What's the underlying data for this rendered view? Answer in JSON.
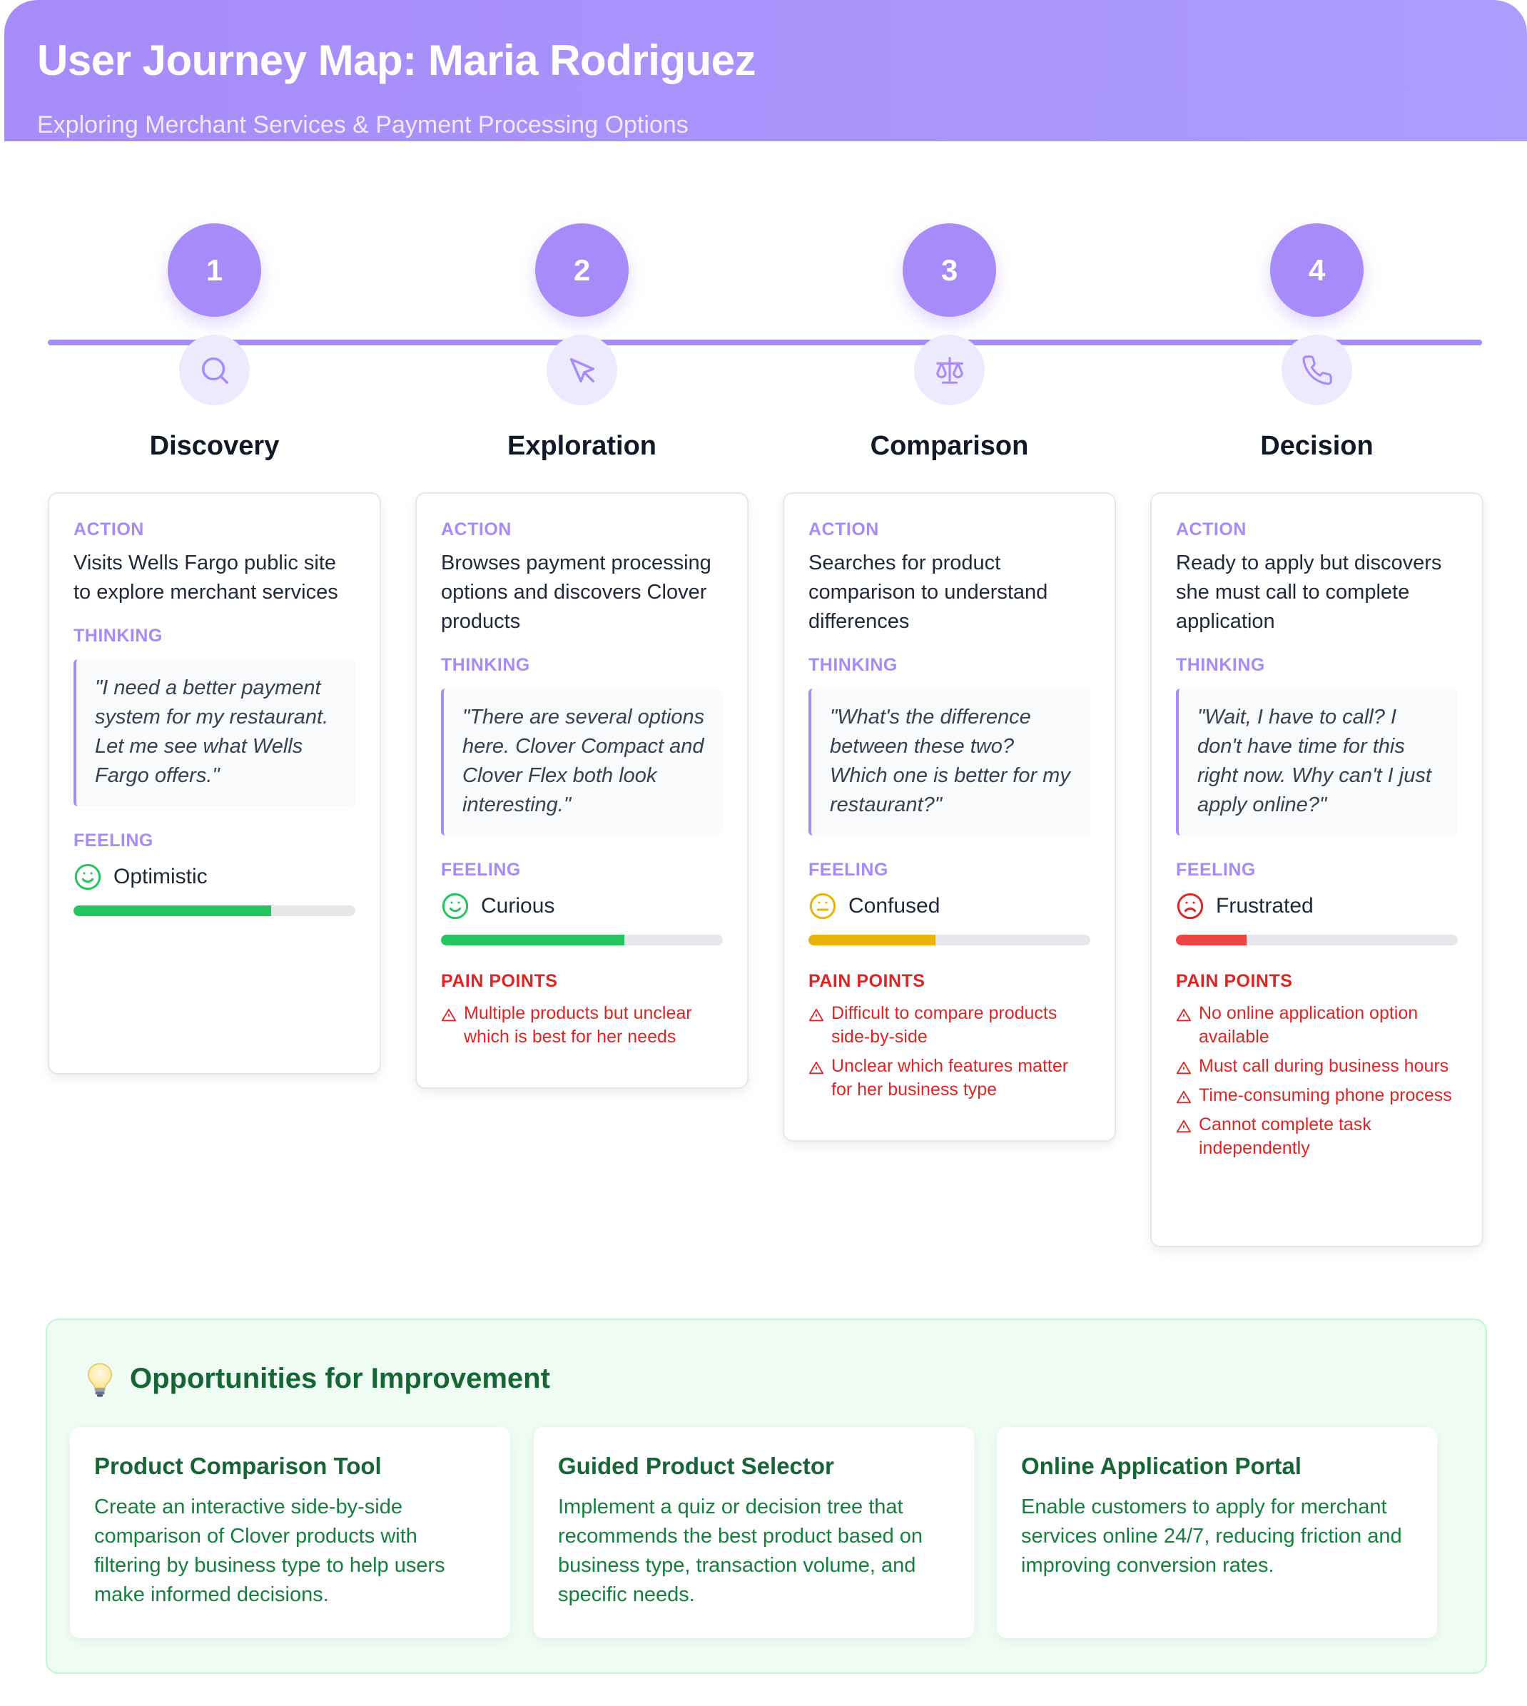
{
  "header": {
    "title": "User Journey Map: Maria Rodriguez",
    "subtitle": "Exploring Merchant Services & Payment Processing Options"
  },
  "colors": {
    "accent": "#a78bfa",
    "positive": "#22c55e",
    "neutral": "#eab308",
    "negative": "#ef4444",
    "pain": "#dc2626",
    "opportunity": "#166534"
  },
  "stages": [
    {
      "number": "1",
      "icon": "search-icon",
      "title": "Discovery",
      "action_label": "ACTION",
      "action": "Visits Wells Fargo public site to explore merchant services",
      "thinking_label": "THINKING",
      "thinking": "\"I need a better payment system for my restaurant. Let me see what Wells Fargo offers.\"",
      "feeling_label": "FEELING",
      "feeling": "Optimistic",
      "feeling_icon": "smile-icon",
      "feeling_level": 0.7,
      "feeling_color": "#22c55e",
      "pain_label": "",
      "pain_points": []
    },
    {
      "number": "2",
      "icon": "cursor-icon",
      "title": "Exploration",
      "action_label": "ACTION",
      "action": "Browses payment processing options and discovers Clover products",
      "thinking_label": "THINKING",
      "thinking": "\"There are several options here. Clover Compact and Clover Flex both look interesting.\"",
      "feeling_label": "FEELING",
      "feeling": "Curious",
      "feeling_icon": "smile-icon",
      "feeling_level": 0.65,
      "feeling_color": "#22c55e",
      "pain_label": "PAIN POINTS",
      "pain_points": [
        "Multiple products but unclear which is best for her needs"
      ]
    },
    {
      "number": "3",
      "icon": "scale-icon",
      "title": "Comparison",
      "action_label": "ACTION",
      "action": "Searches for product comparison to understand differences",
      "thinking_label": "THINKING",
      "thinking": "\"What's the difference between these two? Which one is better for my restaurant?\"",
      "feeling_label": "FEELING",
      "feeling": "Confused",
      "feeling_icon": "neutral-face-icon",
      "feeling_level": 0.45,
      "feeling_color": "#eab308",
      "pain_label": "PAIN POINTS",
      "pain_points": [
        "Difficult to compare products side-by-side",
        "Unclear which features matter for her business type"
      ]
    },
    {
      "number": "4",
      "icon": "phone-icon",
      "title": "Decision",
      "action_label": "ACTION",
      "action": "Ready to apply but discovers she must call to complete application",
      "thinking_label": "THINKING",
      "thinking": "\"Wait, I have to call? I don't have time for this right now. Why can't I just apply online?\"",
      "feeling_label": "FEELING",
      "feeling": "Frustrated",
      "feeling_icon": "frown-icon",
      "feeling_level": 0.25,
      "feeling_color": "#ef4444",
      "pain_label": "PAIN POINTS",
      "pain_points": [
        "No online application option available",
        "Must call during business hours",
        "Time-consuming phone process",
        "Cannot complete task independently"
      ]
    }
  ],
  "opportunities": {
    "title": "Opportunities for Improvement",
    "icon": "lightbulb-icon",
    "items": [
      {
        "title": "Product Comparison Tool",
        "description": "Create an interactive side-by-side comparison of Clover products with filtering by business type to help users make informed decisions."
      },
      {
        "title": "Guided Product Selector",
        "description": "Implement a quiz or decision tree that recommends the best product based on business type, transaction volume, and specific needs."
      },
      {
        "title": "Online Application Portal",
        "description": "Enable customers to apply for merchant services online 24/7, reducing friction and improving conversion rates."
      }
    ]
  }
}
